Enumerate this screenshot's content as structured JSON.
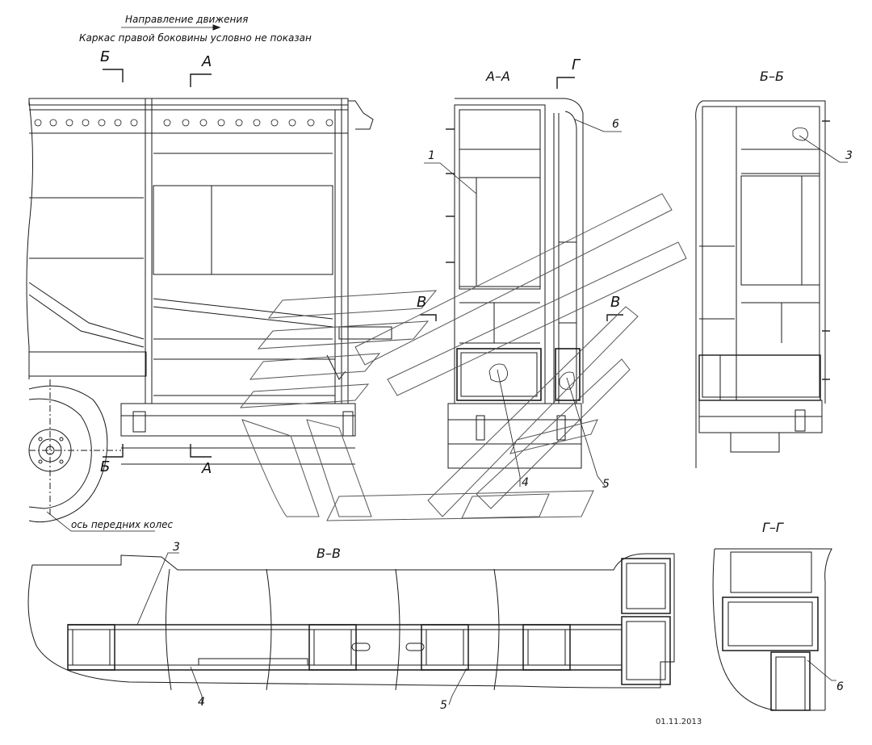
{
  "notes": {
    "direction": "Направление движения",
    "frame_note": "Каркас правой боковины условно не показан",
    "axis_note": "ось передних колес"
  },
  "section_marks": {
    "b": "Б",
    "a": "А",
    "v": "В",
    "g": "Г"
  },
  "section_titles": {
    "aa": "А–А",
    "bb": "Б–Б",
    "vv": "В–В",
    "gg": "Г–Г"
  },
  "callouts": {
    "c1": "1",
    "c3": "3",
    "c4": "4",
    "c5": "5",
    "c6": "6"
  },
  "date": "01.11.2013"
}
